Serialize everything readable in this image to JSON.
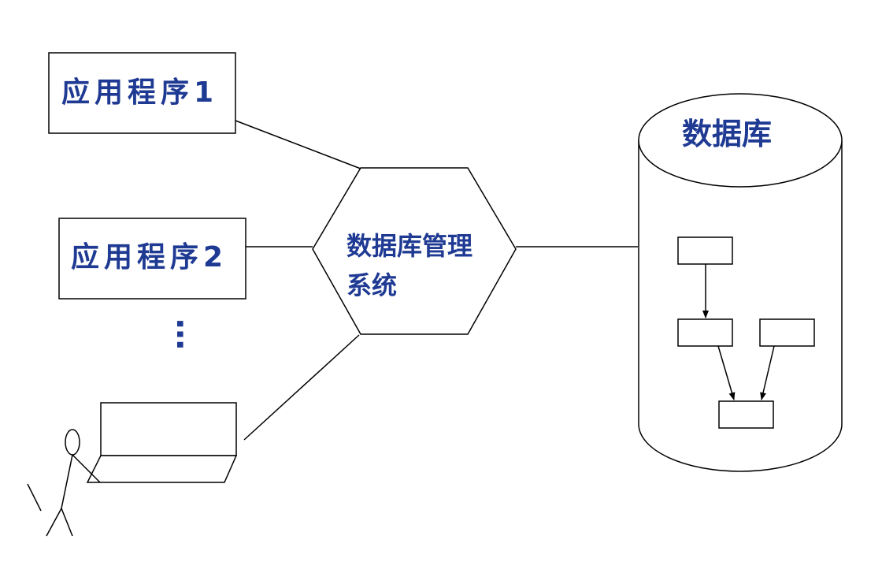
{
  "diagram": {
    "app1_label": "应用程序1",
    "app2_label": "应用程序2",
    "ellipsis": "…",
    "dbms_label": "数据库管理系统",
    "database_label": "数据库"
  },
  "colors": {
    "text": "#1f3a93",
    "stroke": "#000000",
    "background": "#ffffff"
  }
}
